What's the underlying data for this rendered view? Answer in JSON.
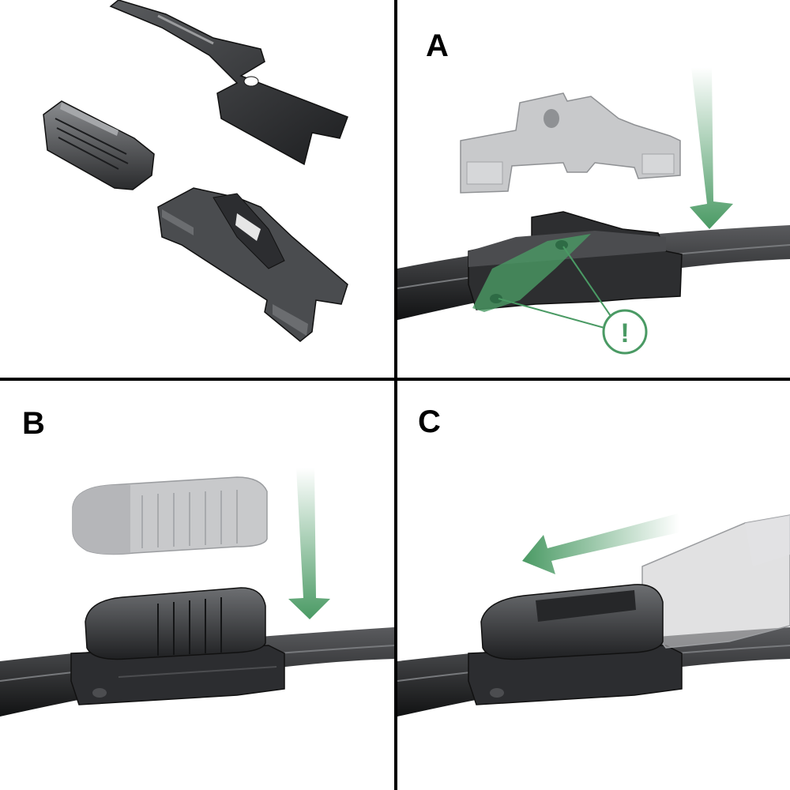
{
  "panels": {
    "overview": {
      "label": ""
    },
    "step_a": {
      "label": "A",
      "warning_symbol": "!"
    },
    "step_b": {
      "label": "B"
    },
    "step_c": {
      "label": "C"
    }
  },
  "colors": {
    "accent_green": "#4a9a64",
    "dark_part": "#2e2f31",
    "light_part": "#c8c9cb",
    "divider": "#000000"
  },
  "icons": {
    "direction_arrow": "arrow-icon",
    "warning_marker": "exclamation-circle-icon"
  }
}
